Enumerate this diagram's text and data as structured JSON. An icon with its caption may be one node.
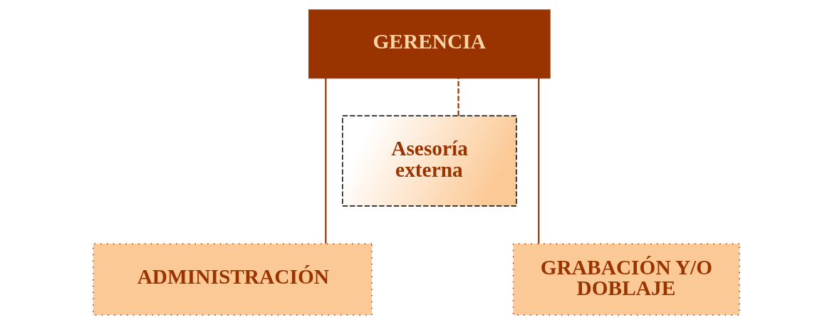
{
  "diagram": {
    "nodes": [
      {
        "text": [
          "GERENCIA"
        ]
      },
      {
        "text": [
          "Asesoría externa"
        ]
      },
      {
        "text": [
          "ADMINISTRACIÓN"
        ]
      },
      {
        "text": [
          "GRABACIÓN Y/O DOBLAJE"
        ]
      }
    ],
    "edges": [
      {
        "from": 0,
        "to": 2,
        "arrow": "none"
      },
      {
        "from": 0,
        "to": 3,
        "arrow": "none"
      },
      {
        "from": 1,
        "to": 0,
        "arrow": "none",
        "style": "dashed"
      }
    ]
  }
}
